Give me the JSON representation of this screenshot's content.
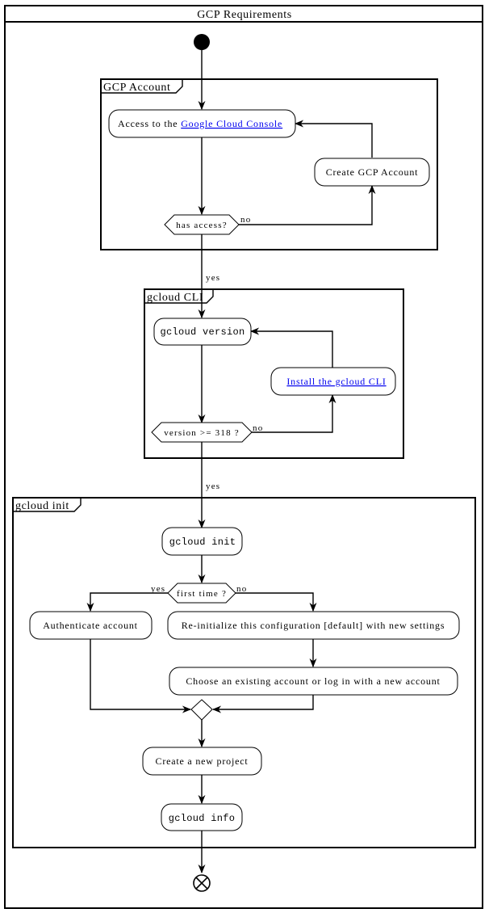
{
  "title": "GCP Requirements",
  "partitions": {
    "gcp_account": "GCP Account",
    "gcloud_cli": "gcloud CLI",
    "gcloud_init": "gcloud init"
  },
  "nodes": {
    "access_prefix": "Access to the ",
    "access_link": "Google Cloud Console",
    "create_account": "Create GCP Account",
    "has_access": "has access?",
    "gcloud_version": "gcloud version",
    "install_cli": "Install the gcloud CLI",
    "version_check": "version >= 318 ?",
    "gcloud_init": "gcloud init",
    "first_time": "first time ?",
    "authenticate": "Authenticate account",
    "reinit": "Re-initialize this configuration [default] with new settings",
    "choose_account": "Choose an existing account or log in with a new account",
    "create_project": "Create a new project",
    "gcloud_info": "gcloud info"
  },
  "edge_labels": {
    "no": "no",
    "yes": "yes"
  }
}
